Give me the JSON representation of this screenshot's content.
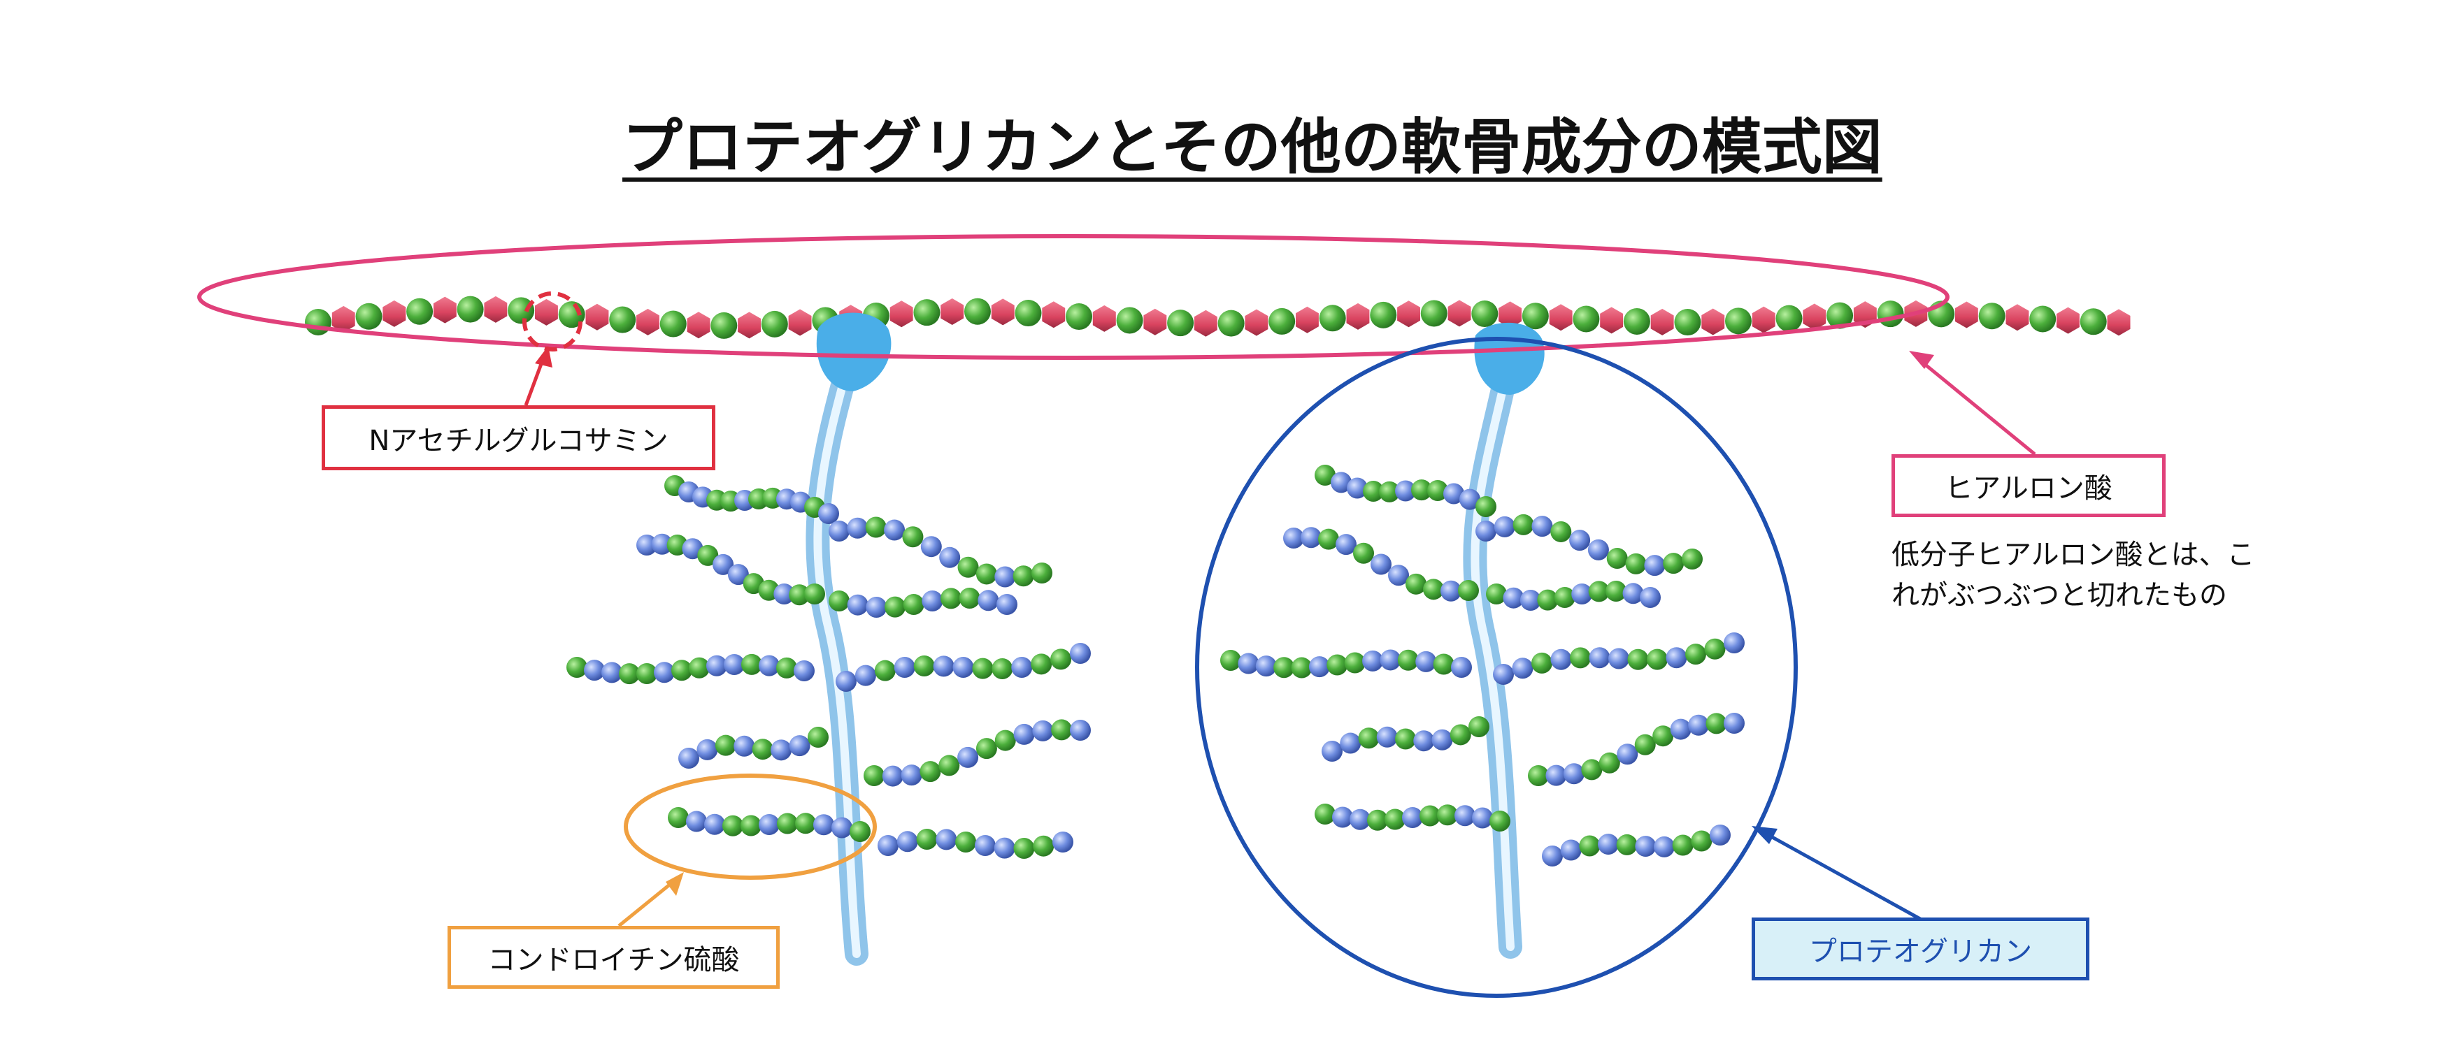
{
  "title": "プロテオグリカンとその他の軟骨成分の模式図",
  "labels": {
    "n_acetylglucosamine": "Nアセチルグルコサミン",
    "hyaluronic_acid": "ヒアルロン酸",
    "low_mw_note_line1": "低分子ヒアルロン酸とは、こ",
    "low_mw_note_line2": "れがぶつぶつと切れたもの",
    "chondroitin_sulfate": "コンドロイチン硫酸",
    "proteoglycan": "プロテオグリカン"
  },
  "colors": {
    "hyaluronan_ring": "#e0407a",
    "nag_box": "#e03040",
    "hyaluronic_box": "#e0407a",
    "chondroitin_ellipse": "#f0a040",
    "proteoglycan_circle": "#1e50b0",
    "proteoglycan_box_fill": "#d8f0f8",
    "green_bead": "#4caf3c",
    "blue_bead": "#6f8de0",
    "red_bead": "#d9435f",
    "core_protein": "#7ab8e8"
  }
}
